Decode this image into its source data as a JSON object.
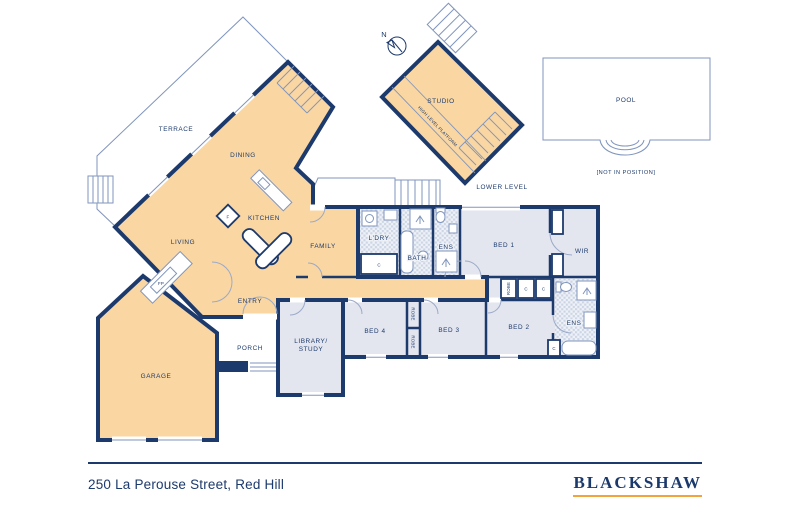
{
  "footer": {
    "address": "250 La Perouse Street, Red Hill",
    "brand": "BLACKSHAW"
  },
  "colors": {
    "wall_navy": "#1d3a6d",
    "fill_tan": "#fad7a2",
    "fill_grey": "#e3e6ee",
    "line_blue": "#8095bd",
    "accent_gold": "#f2a33c"
  },
  "compass": {
    "north": "N"
  },
  "rooms": {
    "terrace": "TERRACE",
    "dining": "DINING",
    "living": "LIVING",
    "kitchen": "KITCHEN",
    "family": "FAMILY",
    "entry": "ENTRY",
    "porch": "PORCH",
    "garage": "GARAGE",
    "library_line1": "LIBRARY/",
    "library_line2": "STUDY",
    "laundry": "L'DRY",
    "bath": "BATH",
    "ens_main": "ENS",
    "bed1": "BED 1",
    "wir": "WIR",
    "bed4": "BED 4",
    "bed3": "BED 3",
    "bed2": "BED 2",
    "ens_bed2": "ENS",
    "studio": "STUDIO",
    "high_level_platform": "HIGH LEVEL PLATFORM",
    "lower_level": "LOWER LEVEL",
    "pool": "POOL",
    "pool_note": "[NOT IN POSITION]"
  },
  "fixtures": {
    "fireplace": "FP",
    "fridge": "F",
    "cupboard": "C",
    "robe": "ROBE"
  }
}
